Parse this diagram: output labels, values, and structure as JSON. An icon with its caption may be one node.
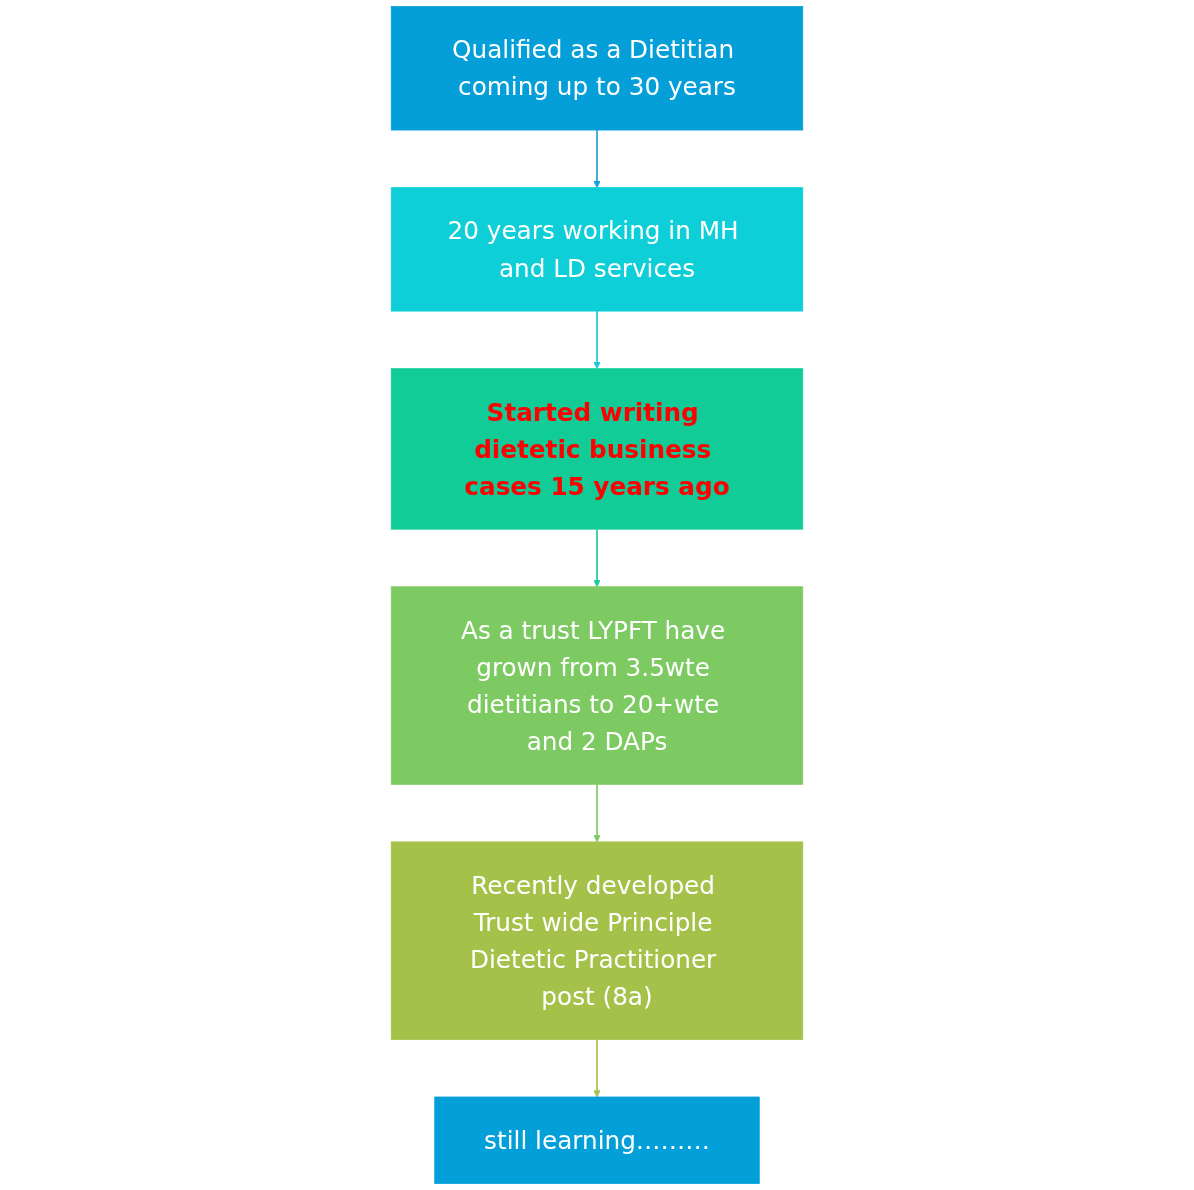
{
  "diagram": {
    "nodes": [
      {
        "text": [
          "Qualified as a Dietitian coming up to 30 years"
        ]
      },
      {
        "text": [
          "20 years working in MH and LD services"
        ]
      },
      {
        "text": [
          "Started writing dietetic business cases 15 years ago"
        ]
      },
      {
        "text": [
          "As a trust LYPFT have grown from 3.5wte dietitians to 20+wte and 2 DAPs"
        ]
      },
      {
        "text": [
          "Recently developed Trust wide Principle Dietetic Practitioner post (8a)"
        ]
      },
      {
        "text": [
          "still learning………"
        ]
      }
    ],
    "edges": [
      {
        "from": 0,
        "to": 1,
        "arrow": "to",
        "color": "#1a9fd6"
      },
      {
        "from": 1,
        "to": 2,
        "arrow": "to",
        "color": "#18c9d6"
      },
      {
        "from": 2,
        "to": 3,
        "arrow": "to",
        "color": "#18c99a"
      },
      {
        "from": 3,
        "to": 4,
        "arrow": "to",
        "color": "#7dc962"
      },
      {
        "from": 4,
        "to": 5,
        "arrow": "to",
        "color": "#a3c14a"
      }
    ]
  }
}
